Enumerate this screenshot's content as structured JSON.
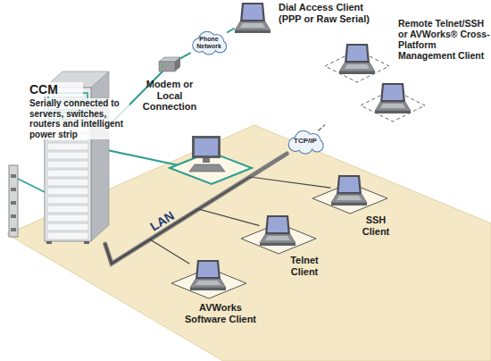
{
  "diagram": {
    "nodes": [
      {
        "text": [
          "CCM",
          "Serially connected to servers, switches, routers and intelligent power strip"
        ]
      },
      {
        "text": [
          "Phone Network"
        ]
      },
      {
        "text": [
          "Dial Access Client (PPP or Raw Serial)"
        ]
      },
      {
        "text": [
          "Modem or Local Connection"
        ]
      },
      {
        "text": [
          "TCP/IP"
        ]
      },
      {
        "text": [
          "Remote Telnet/SSH or AVWorks® Cross-Platform Management Client"
        ]
      },
      {
        "text": [
          "SSH Client"
        ]
      },
      {
        "text": [
          "Telnet Client"
        ]
      },
      {
        "text": [
          "AVWorks Software Client"
        ]
      }
    ],
    "edges": [
      {
        "from": 0,
        "to": 3,
        "arrow": "none"
      },
      {
        "from": 3,
        "to": 1,
        "arrow": "none"
      },
      {
        "from": 1,
        "to": 2,
        "arrow": "none"
      },
      {
        "from": 0,
        "to": 4,
        "arrow": "none"
      },
      {
        "from": 0,
        "to": 8,
        "arrow": "none"
      },
      {
        "from": 0,
        "to": 7,
        "arrow": "none"
      },
      {
        "from": 0,
        "to": 6,
        "arrow": "none"
      },
      {
        "from": 4,
        "to": 5,
        "arrow": "none"
      }
    ],
    "labels": [
      "LAN"
    ]
  }
}
